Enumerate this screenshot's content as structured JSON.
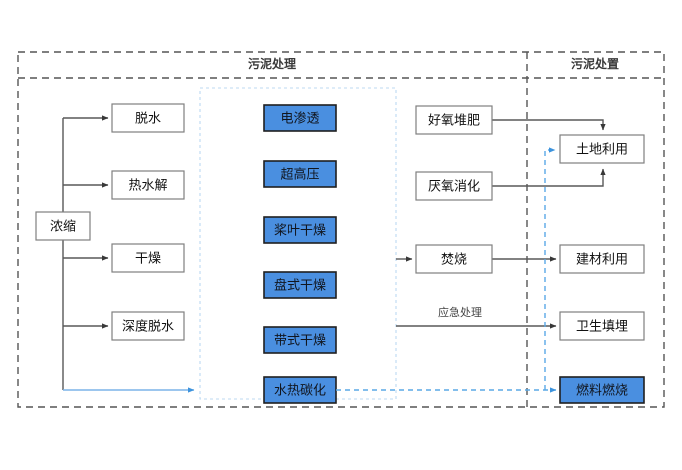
{
  "diagram": {
    "title_bar": {
      "groups": [
        {
          "id": "treatment",
          "label": "污泥处理"
        },
        {
          "id": "disposal",
          "label": "污泥处置"
        }
      ]
    },
    "nodes": {
      "thicken": {
        "label": "浓缩",
        "style": "white"
      },
      "dewater": {
        "label": "脱水",
        "style": "white"
      },
      "thermal_hydrolysis": {
        "label": "热水解",
        "style": "white"
      },
      "drying": {
        "label": "干燥",
        "style": "white"
      },
      "deep_dewater": {
        "label": "深度脱水",
        "style": "white"
      },
      "electro_osmosis": {
        "label": "电渗透",
        "style": "blue"
      },
      "ultra_high_pressure": {
        "label": "超高压",
        "style": "blue"
      },
      "paddle_drying": {
        "label": "桨叶干燥",
        "style": "blue"
      },
      "disc_drying": {
        "label": "盘式干燥",
        "style": "blue"
      },
      "belt_drying": {
        "label": "带式干燥",
        "style": "blue"
      },
      "hydrothermal_carbonization": {
        "label": "水热碳化",
        "style": "blue"
      },
      "aerobic_composting": {
        "label": "好氧堆肥",
        "style": "white"
      },
      "anaerobic_digestion": {
        "label": "厌氧消化",
        "style": "white"
      },
      "incineration": {
        "label": "焚烧",
        "style": "white"
      },
      "land_use": {
        "label": "土地利用",
        "style": "white"
      },
      "building_material_use": {
        "label": "建材利用",
        "style": "white"
      },
      "sanitary_landfill": {
        "label": "卫生填埋",
        "style": "white"
      },
      "fuel_combustion": {
        "label": "燃料燃烧",
        "style": "blue"
      }
    },
    "edge_labels": {
      "emergency": "应急处理"
    },
    "colors": {
      "blue_fill": "#4a8fe0",
      "blue_node_border": "#1f1f1f",
      "white_node_border": "#7f7f7f",
      "gray_line": "#595959",
      "blue_line": "#5aa9e6",
      "panel_border": "#555555",
      "inner_panel_border": "#bcd9f2",
      "background": "#ffffff"
    }
  }
}
